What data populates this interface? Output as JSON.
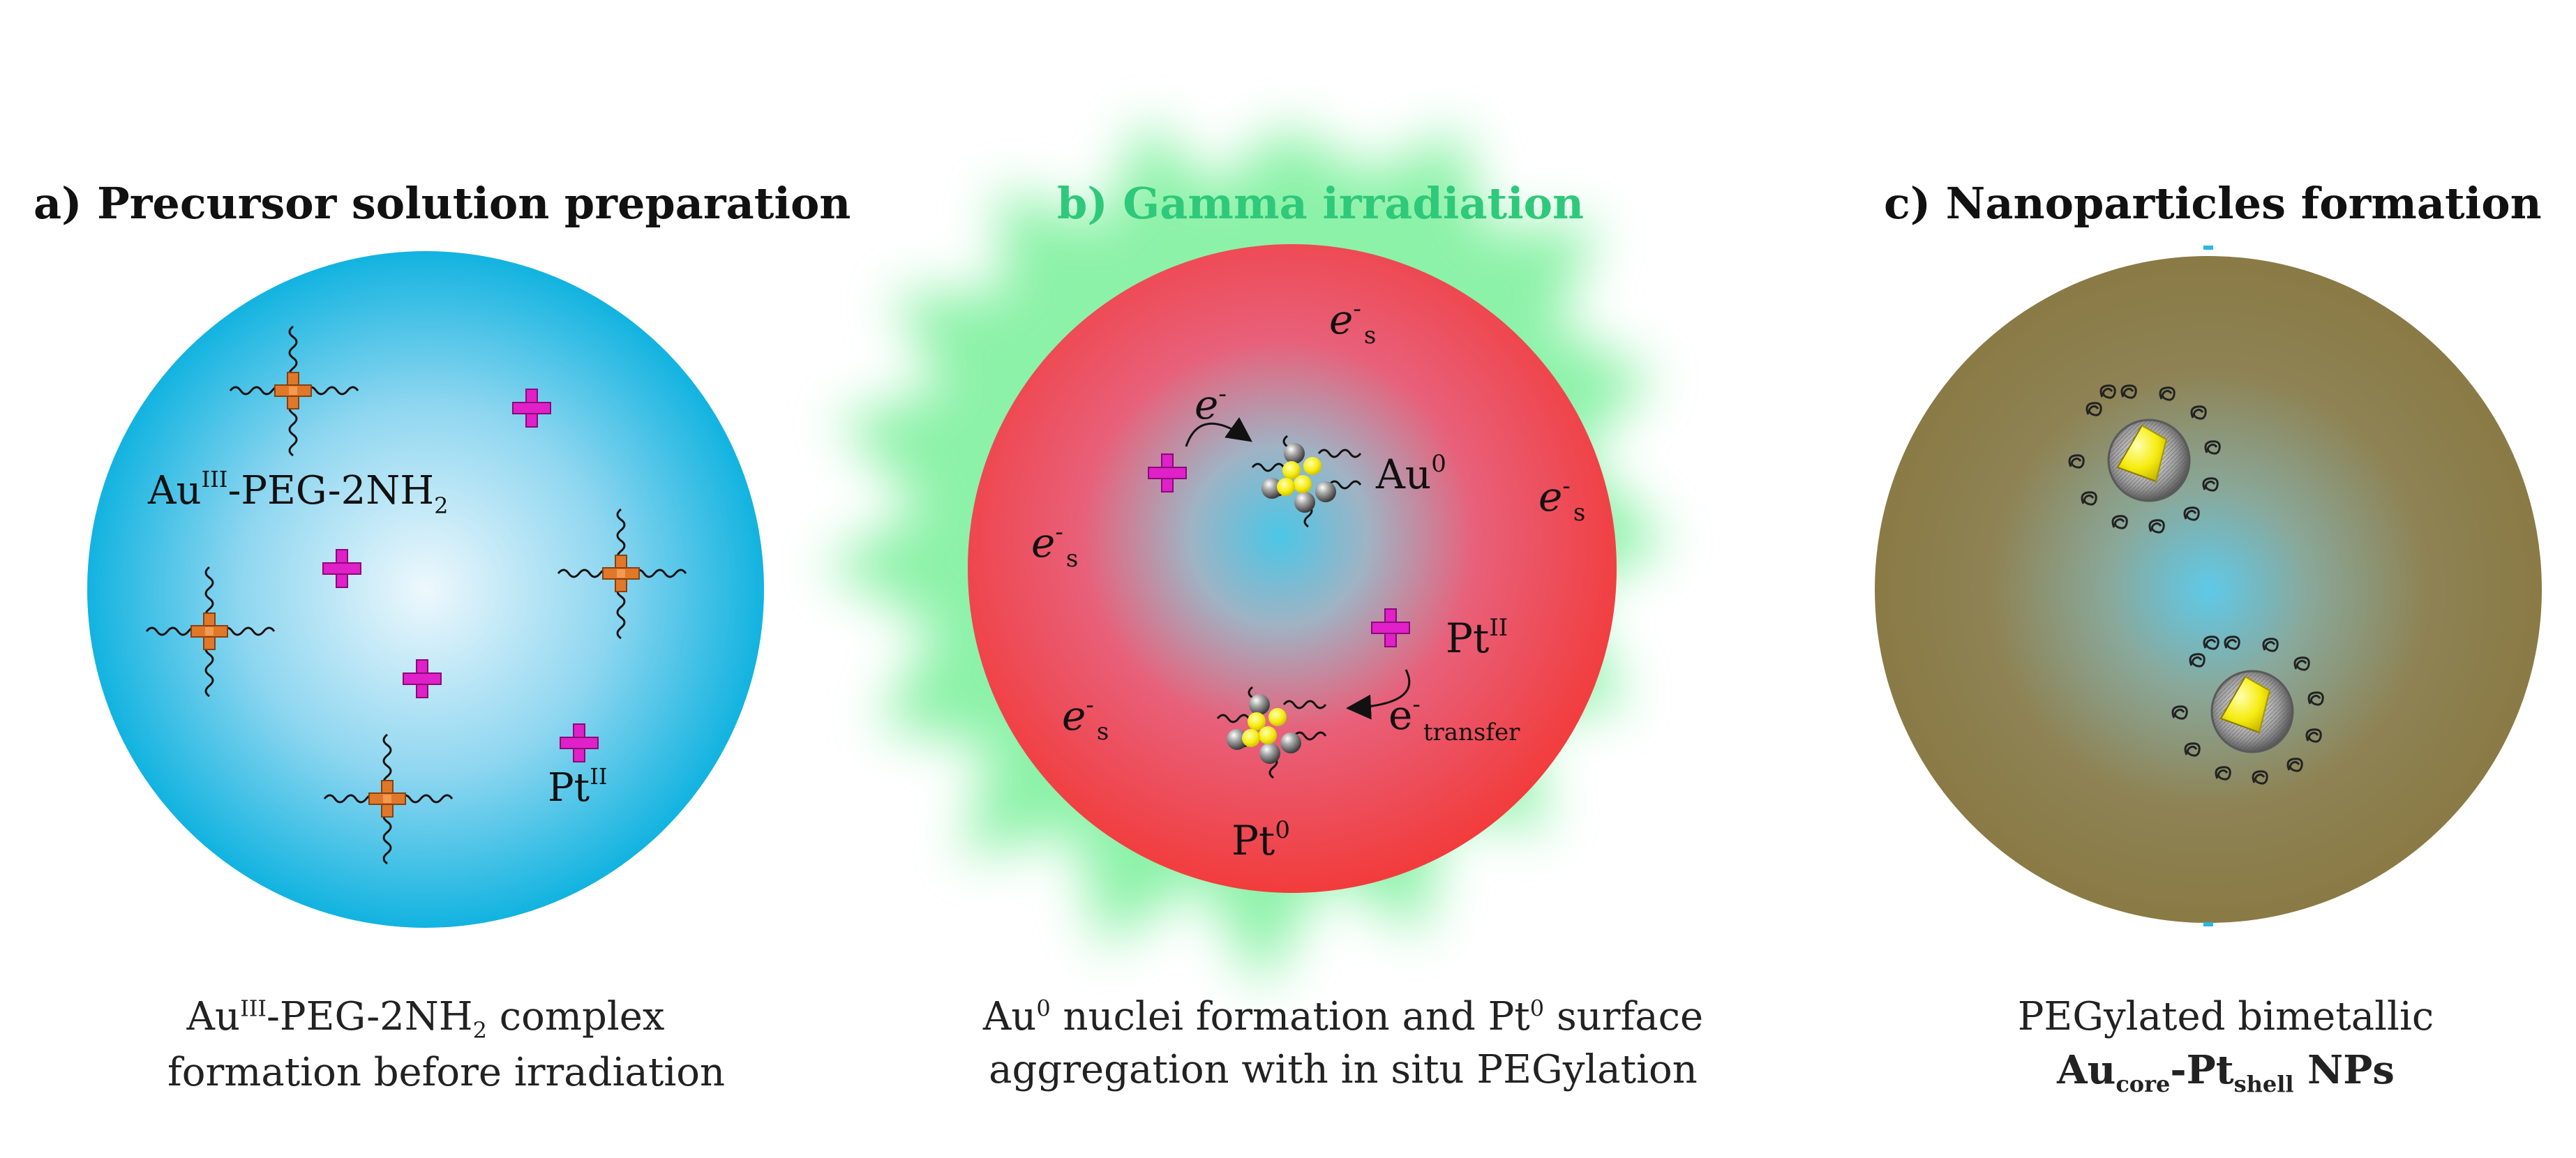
{
  "colors": {
    "green_title": "#2ec97a",
    "panel_a_edge": "#15b6e0",
    "panel_b_edge": "#f24040",
    "panel_c_edge": "#8a7a48",
    "pt_plus": "#e020c8",
    "au_plus": "#e07a28",
    "nucleus": "#f4ea10",
    "shell": "#9a9a9a"
  },
  "panel_a": {
    "title": "a) Precursor solution preparation",
    "complex_label": {
      "base": "Au",
      "sup": "III",
      "mid": "-PEG-2NH",
      "sub": "2"
    },
    "pt_label": {
      "base": "Pt",
      "sup": "II"
    },
    "caption": {
      "line1": {
        "base": "Au",
        "sup": "III",
        "mid": "-PEG-2NH",
        "sub": "2",
        "tail": " complex"
      },
      "line2": "formation before irradiation"
    }
  },
  "panel_b": {
    "title": "b) Gamma irradiation",
    "es_label": {
      "base": "e",
      "sup": "-",
      "sub": "s"
    },
    "e_label": {
      "base": "e",
      "sup": "-"
    },
    "au0_label": {
      "base": "Au",
      "sup": "0"
    },
    "pt2_label": {
      "base": "Pt",
      "sup": "II"
    },
    "pt0_label": {
      "base": "Pt",
      "sup": "0"
    },
    "transfer_label": {
      "base": "e",
      "sup": "-",
      "sub": "transfer"
    },
    "caption": {
      "line1": {
        "a": "Au",
        "a_sup": "0",
        "b": " nuclei formation and Pt",
        "b_sup": "0",
        "c": " surface"
      },
      "line2": "aggregation with in situ PEGylation"
    }
  },
  "panel_c": {
    "title": "c) Nanoparticles formation",
    "caption": {
      "line1": "PEGylated bimetallic",
      "line2": {
        "a": "Au",
        "a_sub": "core",
        "b": "-Pt",
        "b_sub": "shell",
        "c": " NPs"
      }
    }
  }
}
